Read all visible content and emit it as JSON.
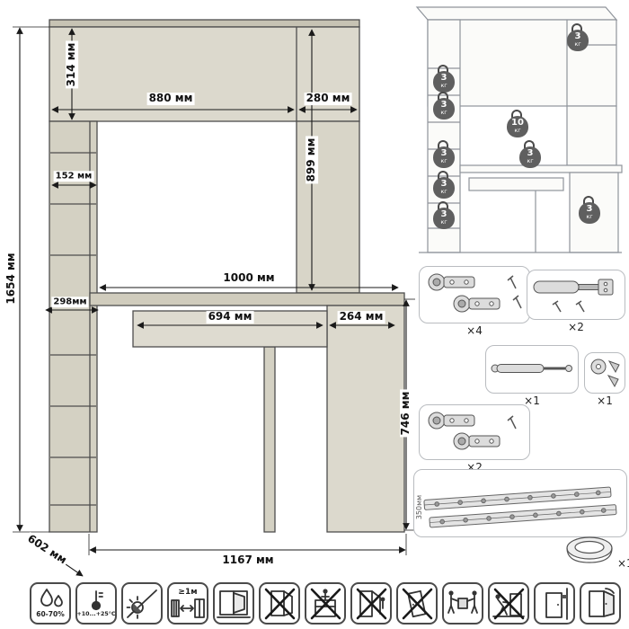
{
  "drawing": {
    "dimensions": {
      "total_height": "1654 мм",
      "hutch_height": "314 мм",
      "hutch_width": "880 мм",
      "hutch_side_width": "280 мм",
      "hutch_to_desk_height": "899 мм",
      "upper_shelf_depth": "152 мм",
      "lower_shelf_depth": "298мм",
      "desktop_width": "1000 мм",
      "drawer_width": "694 мм",
      "pedestal_width": "264 мм",
      "desk_height": "746 мм",
      "depth": "602 мм",
      "total_width": "1167 мм"
    }
  },
  "load_diagram": {
    "unit": "кг",
    "weights": [
      "3",
      "3",
      "3",
      "10",
      "3",
      "3",
      "3",
      "3",
      "3"
    ]
  },
  "hardware": {
    "hinges_top_qty": "×4",
    "dampers_qty": "×2",
    "gas_lift_qty": "×1",
    "fittings_qty": "×1",
    "hinges_bottom_qty": "×2",
    "slide_length": "350мм",
    "grommet_qty": "×1"
  },
  "care": {
    "humidity": "60-70%",
    "temperature": "+10...+25°C",
    "heat_distance": "≥1м"
  }
}
